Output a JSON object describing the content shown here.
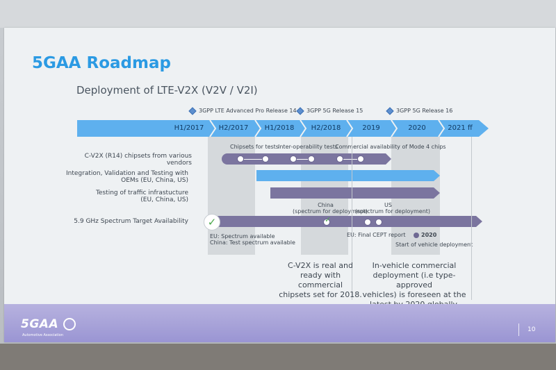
{
  "title": "5GAA Roadmap",
  "subtitle": "Deployment of LTE-V2X (V2V / V2I)",
  "milestones": [
    {
      "label": "3GPP LTE Advanced Pro Release 14"
    },
    {
      "label": "3GPP 5G Release 15"
    },
    {
      "label": "3GPP 5G Release 16"
    }
  ],
  "timeline": {
    "periods": [
      "H1/2017",
      "H2/2017",
      "H1/2018",
      "H2/2018",
      "2019",
      "2020",
      "2021 ff"
    ]
  },
  "rows": [
    {
      "label": "C-V2X (R14) chipsets from various vendors"
    },
    {
      "label_line1": "Integration, Validation and Testing with",
      "label_line2": "OEMs (EU, China, US)"
    },
    {
      "label_line1": "Testing of traffic infrastucture",
      "label_line2": "(EU, China, US)"
    },
    {
      "label": "5.9 GHz Spectrum Target Availability"
    }
  ],
  "annotations": {
    "chipsets_for_tests": "Chipsets for tests",
    "interop_tests": "Inter-operability tests",
    "commercial_mode4": "Commercial availability of Mode 4 chips",
    "china": "China",
    "china_sub": "(spectrum for deployment)",
    "us": "US",
    "us_sub": "(spectrum for deployment)",
    "eu_spectrum": "EU: Spectrum available",
    "china_test": "China: Test spectrum available",
    "eu_cept": "EU: Final CEPT report",
    "year_2020": "2020",
    "start_vehicle": "Start of vehicle deployment"
  },
  "body": {
    "left_line1": "C-V2X is real and",
    "left_line2": "ready with commercial",
    "left_line3": "chipsets set for 2018.",
    "right_line1": "In-vehicle commercial",
    "right_line2": "deployment (i.e type-approved",
    "right_line3": "vehicles) is foreseen at the",
    "right_line4": "latest by 2020 globally."
  },
  "footer": {
    "logo": "5GAA",
    "logo_sub": "Automotive Association",
    "page_number": "10"
  },
  "colors": {
    "accent_blue": "#5eb0ee",
    "bar_purple": "#7b759f",
    "title_blue": "#2b9ae3",
    "footer_lavender": "#a9a4d9"
  }
}
